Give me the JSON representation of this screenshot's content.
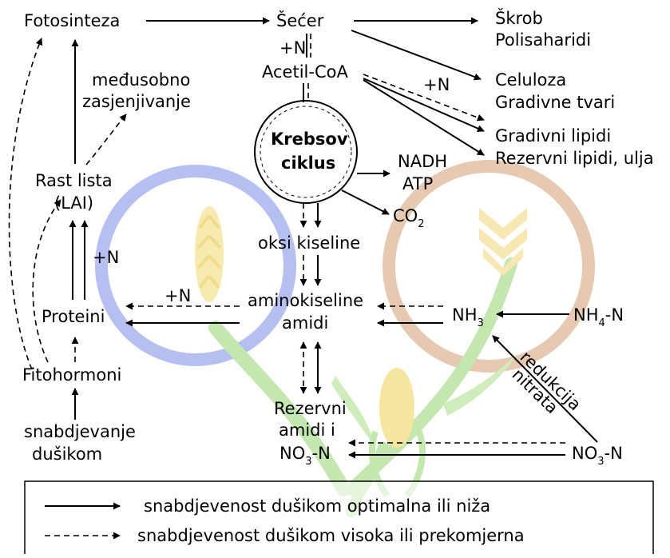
{
  "nodes": {
    "fotosinteza": "Fotosinteza",
    "secer": "Šećer",
    "skrob": "Škrob",
    "polisaharidi": "Polisaharidi",
    "acetil": "Acetil-CoA",
    "celuloza": "Celuloza",
    "gradivne_tvari": "Gradivne tvari",
    "gradivni_lipidi": "Gradivni lipidi",
    "rezervni_lipidi": "Rezervni lipidi, ulja",
    "medusobno1": "međusobno",
    "medusobno2": "zasjenjivanje",
    "krebs1": "Krebsov",
    "krebs2": "ciklus",
    "nadh": "NADH",
    "atp": "ATP",
    "co2_main": "CO",
    "co2_sub": "2",
    "rast1": "Rast lista",
    "rast2": "(LAI)",
    "oksi": "oksi kiseline",
    "amino1": "aminokiseline",
    "amino2": "amidi",
    "proteini": "Proteini",
    "nh3_main": "NH",
    "nh3_sub": "3",
    "nh4_main": "NH",
    "nh4_sub": "4",
    "nh4_tail": "-N",
    "fitohormoni": "Fitohormoni",
    "snab1": "snabdjevanje",
    "snab2": "dušikom",
    "rez1": "Rezervni",
    "rez2": "amidi i",
    "rez3_main": "NO",
    "rez3_sub": "3",
    "rez3_tail": "-N",
    "no3_main": "NO",
    "no3_sub": "3",
    "no3_tail": "-N",
    "redukcija1": "redukcija",
    "redukcija2": "nitrata",
    "plusN": "+N"
  },
  "legend": {
    "solid": "snabdjevenost dušikom optimalna ili niža",
    "dashed": "snabdjevenost dušikom visoka ili prekomjerna"
  },
  "colors": {
    "blue_ring": "#a9b4ee",
    "tan_ring": "#e3c0a4",
    "wheat": "#f4e08a",
    "stem": "#a8d98c"
  }
}
